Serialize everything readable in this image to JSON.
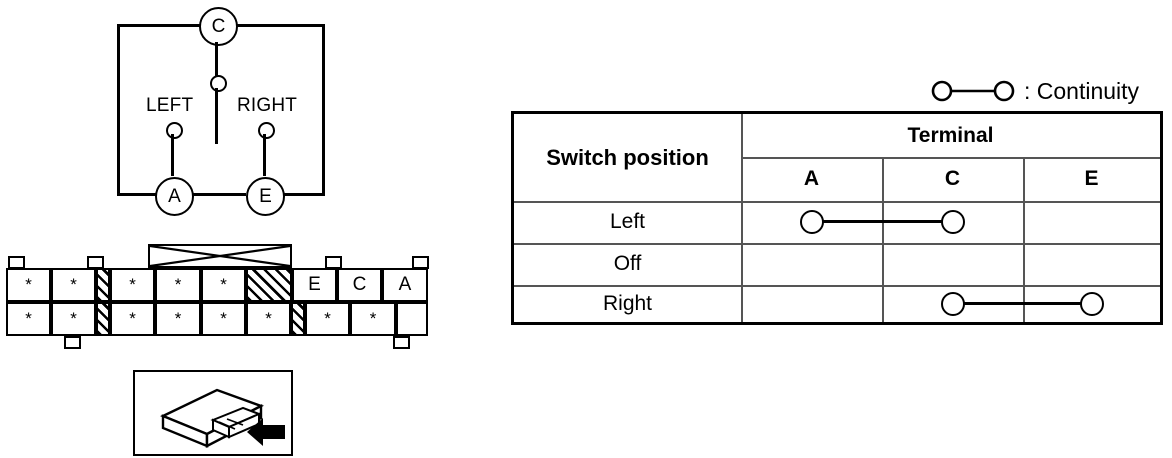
{
  "schematic": {
    "name": "switch-schematic",
    "terminals": [
      {
        "id": "C",
        "label": "C"
      },
      {
        "id": "A",
        "label": "A"
      },
      {
        "id": "E",
        "label": "E"
      }
    ],
    "contacts": [
      {
        "id": "left",
        "label": "LEFT"
      },
      {
        "id": "right",
        "label": "RIGHT"
      }
    ]
  },
  "connector": {
    "name": "connector-pinout",
    "top_row": [
      {
        "type": "star",
        "label": "*"
      },
      {
        "type": "star",
        "label": "*"
      },
      {
        "type": "blocked",
        "label": ""
      },
      {
        "type": "star",
        "label": "*"
      },
      {
        "type": "star",
        "label": "*"
      },
      {
        "type": "star",
        "label": "*"
      },
      {
        "type": "hatched",
        "label": ""
      },
      {
        "type": "terminal",
        "label": "E"
      },
      {
        "type": "terminal",
        "label": "C"
      },
      {
        "type": "terminal",
        "label": "A"
      }
    ],
    "bottom_row": [
      {
        "type": "star",
        "label": "*"
      },
      {
        "type": "star",
        "label": "*"
      },
      {
        "type": "blocked",
        "label": ""
      },
      {
        "type": "star",
        "label": "*"
      },
      {
        "type": "star",
        "label": "*"
      },
      {
        "type": "star",
        "label": "*"
      },
      {
        "type": "star",
        "label": "*"
      },
      {
        "type": "star",
        "label": "*"
      },
      {
        "type": "blocked",
        "label": ""
      },
      {
        "type": "star",
        "label": "*"
      },
      {
        "type": "star",
        "label": "*"
      }
    ]
  },
  "legend": {
    "symbol": "continuity-symbol",
    "text": ": Continuity"
  },
  "table": {
    "name": "continuity-table",
    "position_header": "Switch position",
    "group_header": "Terminal",
    "columns": [
      "A",
      "C",
      "E"
    ],
    "rows": [
      {
        "position": "Left",
        "continuity": [
          "A",
          "C"
        ]
      },
      {
        "position": "Off",
        "continuity": []
      },
      {
        "position": "Right",
        "continuity": [
          "C",
          "E"
        ]
      }
    ]
  },
  "inset": {
    "name": "connector-illustration",
    "description": "connector with arrow"
  }
}
